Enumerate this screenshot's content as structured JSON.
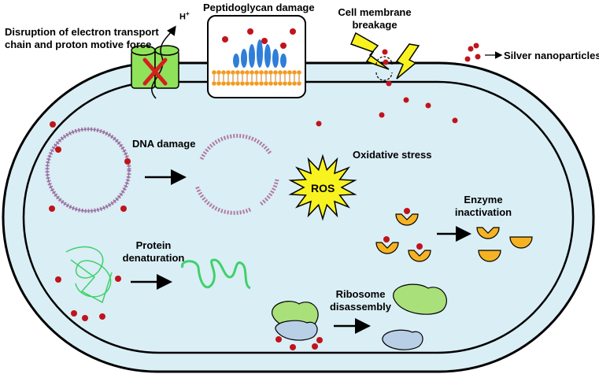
{
  "labels": {
    "etc": "Disruption of electron transport chain and proton motive force",
    "etc_line1": "Disruption of electron transport",
    "etc_line2": "chain and proton motive force",
    "proton": "H",
    "proton_sup": "+",
    "peptidoglycan": "Peptidoglycan damage",
    "membrane_line1": "Cell membrane",
    "membrane_line2": "breakage",
    "legend": "Silver nanoparticles",
    "dna": "DNA damage",
    "oxidative": "Oxidative stress",
    "ros": "ROS",
    "enzyme_line1": "Enzyme",
    "enzyme_line2": "inactivation",
    "protein_line1": "Protein",
    "protein_line2": "denaturation",
    "ribosome_line1": "Ribosome",
    "ribosome_line2": "disassembly"
  },
  "colors": {
    "cytoplasm": "#daeef5",
    "nanoparticle": "#c0141c",
    "transporter": "#90e25a",
    "cross": "#d42020",
    "peptidoglycan": "#2f7fd8",
    "lipid_head": "#f39a1e",
    "bolt": "#f8f320",
    "dna_strand": "#b07aa1",
    "ros_star": "#f8f320",
    "enzyme": "#f5b323",
    "protein": "#3fd16a",
    "ribosome_large": "#a9e07a",
    "ribosome_small": "#b9cfe6"
  },
  "icons": [
    "transporter-icon",
    "bolt-icon",
    "ros-star-icon",
    "enzyme-icon",
    "ribosome-icon",
    "dna-ring-icon",
    "protein-icon",
    "nanoparticle-icon"
  ]
}
